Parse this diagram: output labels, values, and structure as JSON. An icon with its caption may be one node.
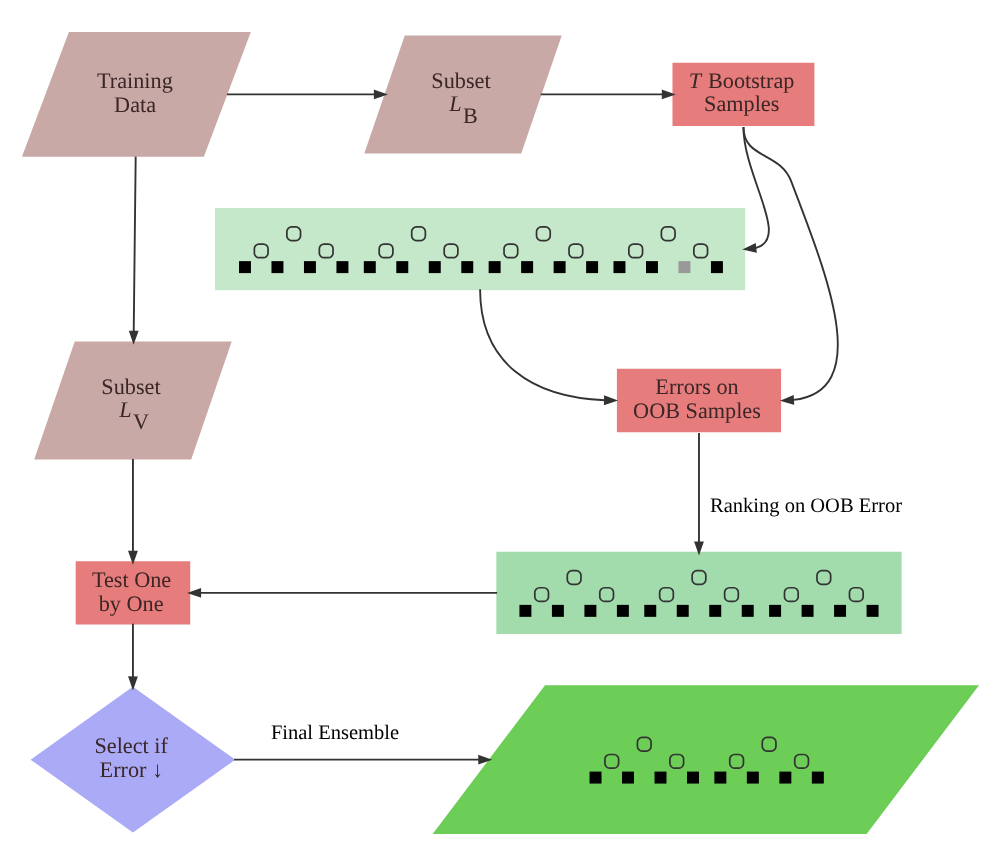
{
  "diagram": {
    "nodes": [
      {
        "text": [
          "Training Data"
        ]
      },
      {
        "text": [
          "Subset *L*$_{B}$"
        ]
      },
      {
        "text": [
          "*T* Bootstrap Samples"
        ]
      },
      {
        "text": [],
        "shape": "picture"
      },
      {
        "text": [
          "Subset *L*$_{V}$"
        ]
      },
      {
        "text": [
          "Errors on OOB Samples"
        ]
      },
      {
        "text": [
          "Test One by One"
        ]
      },
      {
        "text": [],
        "shape": "picture"
      },
      {
        "text": [
          "Select if Error ↓"
        ]
      },
      {
        "text": [],
        "shape": "picture"
      }
    ],
    "edges": [
      {
        "from": 0,
        "to": 1,
        "arrow": "to"
      },
      {
        "from": 1,
        "to": 2,
        "arrow": "to"
      },
      {
        "from": 2,
        "to": 3,
        "arrow": "to"
      },
      {
        "from": 0,
        "to": 4,
        "arrow": "to"
      },
      {
        "from": 3,
        "to": 5,
        "arrow": "to"
      },
      {
        "from": 2,
        "to": 5,
        "arrow": "to"
      },
      {
        "from": 5,
        "to": 7,
        "arrow": "to",
        "label": "Ranking on OOB Error"
      },
      {
        "from": 4,
        "to": 6,
        "arrow": "to"
      },
      {
        "from": 7,
        "to": 6,
        "arrow": "to"
      },
      {
        "from": 6,
        "to": 8,
        "arrow": "to"
      },
      {
        "from": 8,
        "to": 9,
        "arrow": "to",
        "label": "Final Ensemble"
      }
    ]
  }
}
